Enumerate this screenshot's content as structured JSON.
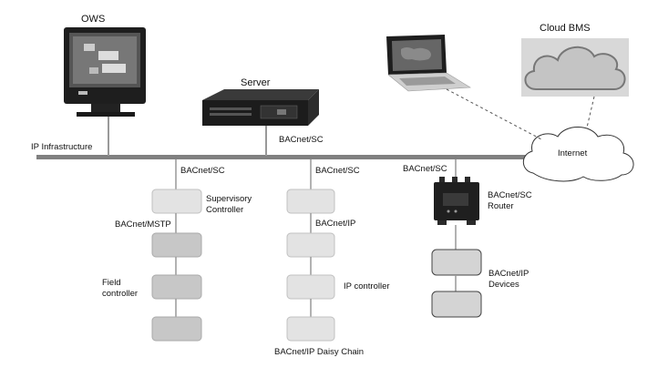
{
  "labels": {
    "ows": "OWS",
    "server": "Server",
    "cloud_bms": "Cloud BMS",
    "internet": "Internet",
    "ip_infrastructure": "IP Infrastructure",
    "server_link": "BACnet/SC",
    "branch1_link": "BACnet/SC",
    "supervisory_line1": "Supervisory",
    "supervisory_line2": "Controller",
    "branch1_mstp": "BACnet/MSTP",
    "field_line1": "Field",
    "field_line2": "controller",
    "branch2_link": "BACnet/SC",
    "branch2_ip": "BACnet/IP",
    "ip_controller": "IP controller",
    "daisy_chain": "BACnet/IP Daisy Chain",
    "branch3_link": "BACnet/SC",
    "router_line1": "BACnet/SC",
    "router_line2": "Router",
    "devices_line1": "BACnet/IP",
    "devices_line2": "Devices"
  },
  "icons": {
    "workstation": "monitor-icon",
    "server": "rack-server-icon",
    "laptop": "laptop-icon",
    "cloud": "cloud-icon",
    "internet": "internet-cloud-icon",
    "router": "router-device-icon"
  },
  "colors": {
    "bus": "#808080",
    "light_controller": "#e3e3e3",
    "mid_controller": "#c7c7c7",
    "dark_device": "#d4d4d4",
    "outline": "#555555"
  }
}
